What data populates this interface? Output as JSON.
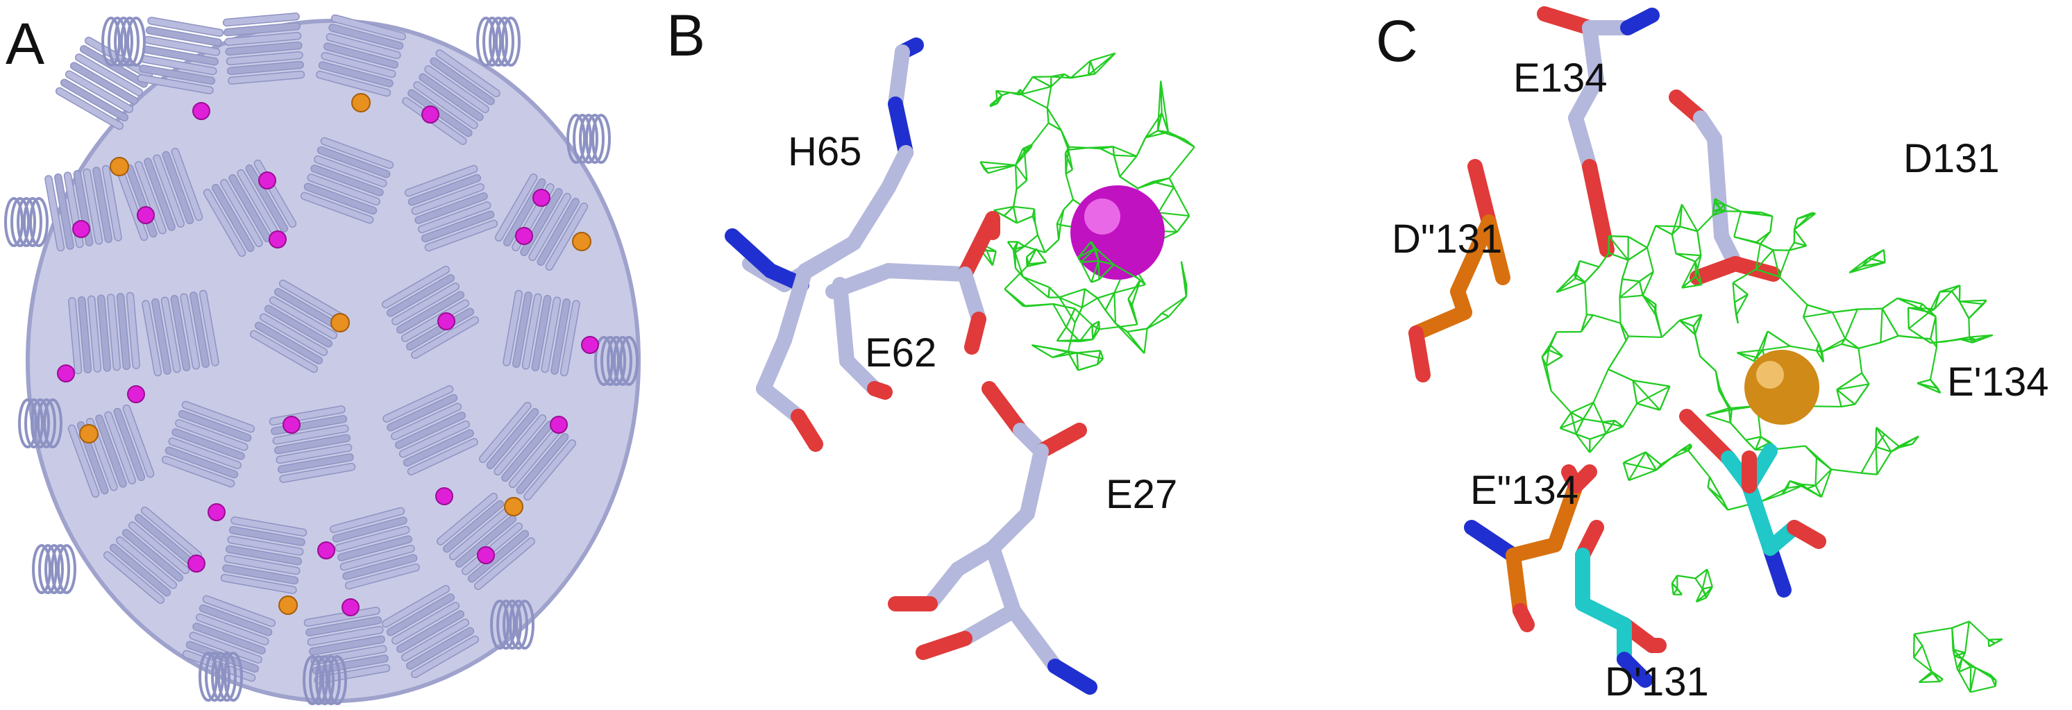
{
  "figure": {
    "panels": [
      {
        "letter": "A"
      },
      {
        "letter": "B",
        "residues": [
          "H65",
          "E62",
          "E27"
        ]
      },
      {
        "letter": "C",
        "residues": [
          "E134",
          "D131",
          "D\"131",
          "E'134",
          "E\"134",
          "D'131"
        ]
      }
    ]
  },
  "colors": {
    "protein": "#b4b8dc",
    "protein_dark": "#8e93c4",
    "magnesium_site": "#e020d8",
    "metal_site": "#e89020",
    "density_mesh": "#22cc22",
    "oxygen": "#e03a3a",
    "nitrogen": "#2030d0",
    "carbon_orange": "#d87010",
    "carbon_cyan": "#20c8c8"
  }
}
